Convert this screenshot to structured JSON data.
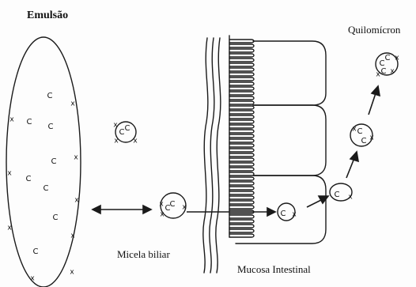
{
  "labels": {
    "emulsion": "Emulsão",
    "chylomicron": "Quilomícron",
    "bile_micelle": "Micela biliar",
    "intestinal_mucosa": "Mucosa Intestinal"
  },
  "markers": {
    "cholesterol": "C",
    "surface": "x"
  },
  "colors": {
    "ink": "#1a1a1a",
    "background": "#fdfdfd"
  }
}
